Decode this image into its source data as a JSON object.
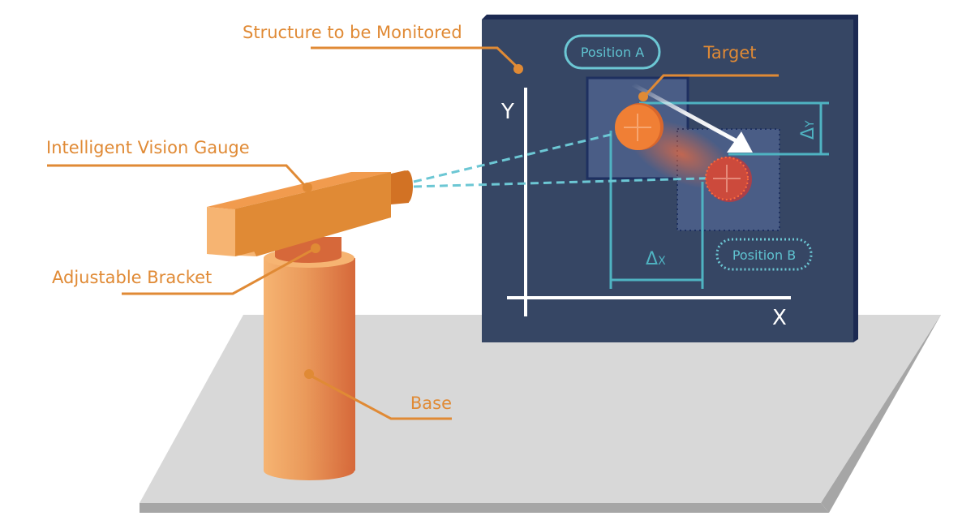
{
  "title": "Intelligent vision gauge displacement monitoring diagram",
  "labels": {
    "structure": "Structure to be Monitored",
    "gauge": "Intelligent Vision Gauge",
    "bracket": "Adjustable Bracket",
    "base": "Base",
    "target": "Target",
    "position_a": "Position A",
    "position_b": "Position B",
    "axis_x": "X",
    "axis_y": "Y",
    "delta_x": "Δ",
    "delta_x_sub": "X",
    "delta_y": "Δ",
    "delta_y_sub": "Y"
  },
  "colors": {
    "label_orange": "#e08a35",
    "panel_navy": "#364664",
    "panel_edge": "#1c2a52",
    "cyan": "#4fb3c2",
    "floor": "#d8d8d8",
    "floor_edge": "#a6a6a6",
    "target_a": "#f07f35",
    "target_b": "#cc4a3c"
  }
}
